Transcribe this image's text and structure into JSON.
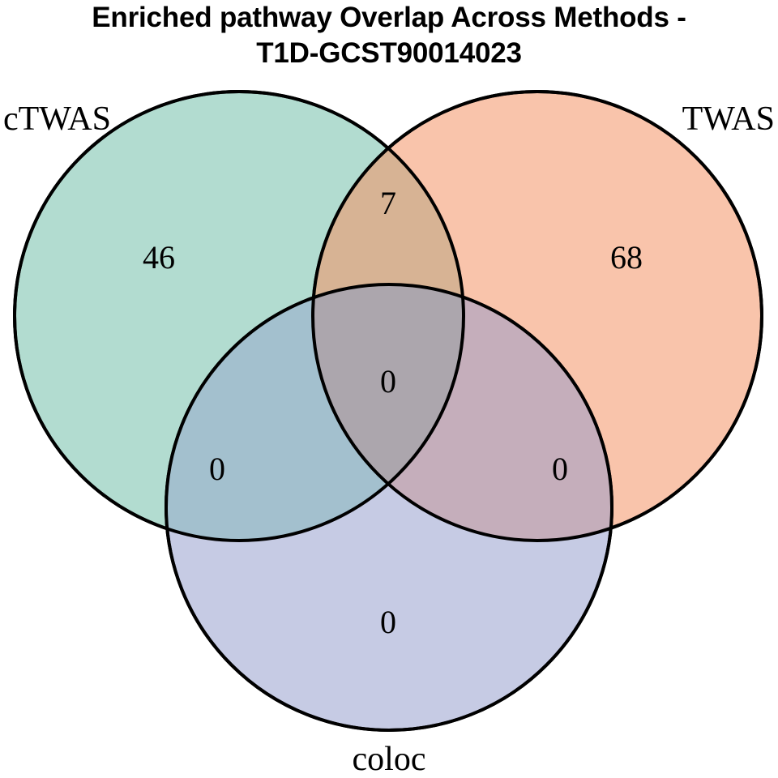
{
  "chart_data": {
    "type": "venn",
    "title": "Enriched pathway Overlap Across Methods -\nT1D-GCST90014023",
    "sets": [
      "cTWAS",
      "TWAS",
      "coloc"
    ],
    "set_labels": {
      "ctwas": "cTWAS",
      "twas": "TWAS",
      "coloc": "coloc"
    },
    "regions": [
      {
        "id": "ctwas_only",
        "sets": [
          "cTWAS"
        ],
        "value": "46"
      },
      {
        "id": "twas_only",
        "sets": [
          "TWAS"
        ],
        "value": "68"
      },
      {
        "id": "coloc_only",
        "sets": [
          "coloc"
        ],
        "value": "0"
      },
      {
        "id": "ctwas_twas",
        "sets": [
          "cTWAS",
          "TWAS"
        ],
        "value": "7"
      },
      {
        "id": "ctwas_coloc",
        "sets": [
          "cTWAS",
          "coloc"
        ],
        "value": "0"
      },
      {
        "id": "twas_coloc",
        "sets": [
          "TWAS",
          "coloc"
        ],
        "value": "0"
      },
      {
        "id": "ctwas_twas_coloc",
        "sets": [
          "cTWAS",
          "TWAS",
          "coloc"
        ],
        "value": "0"
      }
    ],
    "counts": {
      "ctwas_only": "46",
      "twas_only": "68",
      "coloc_only": "0",
      "ctwas_twas": "7",
      "ctwas_coloc": "0",
      "twas_coloc": "0",
      "ctwas_twas_coloc": "0"
    },
    "colors": {
      "ctwas_fill": "#b2dcd0",
      "twas_fill": "#f9c4ab",
      "coloc_fill": "#c6cbe4",
      "ctwas_twas_overlap": "#d7b394",
      "ctwas_coloc_overlap": "#a3c0ce",
      "twas_coloc_overlap": "#c5aebb",
      "center_overlap": "#aca6ad",
      "outline": "#000000",
      "text": "#000000",
      "background": "#ffffff"
    },
    "legend": "none",
    "grid": false
  }
}
